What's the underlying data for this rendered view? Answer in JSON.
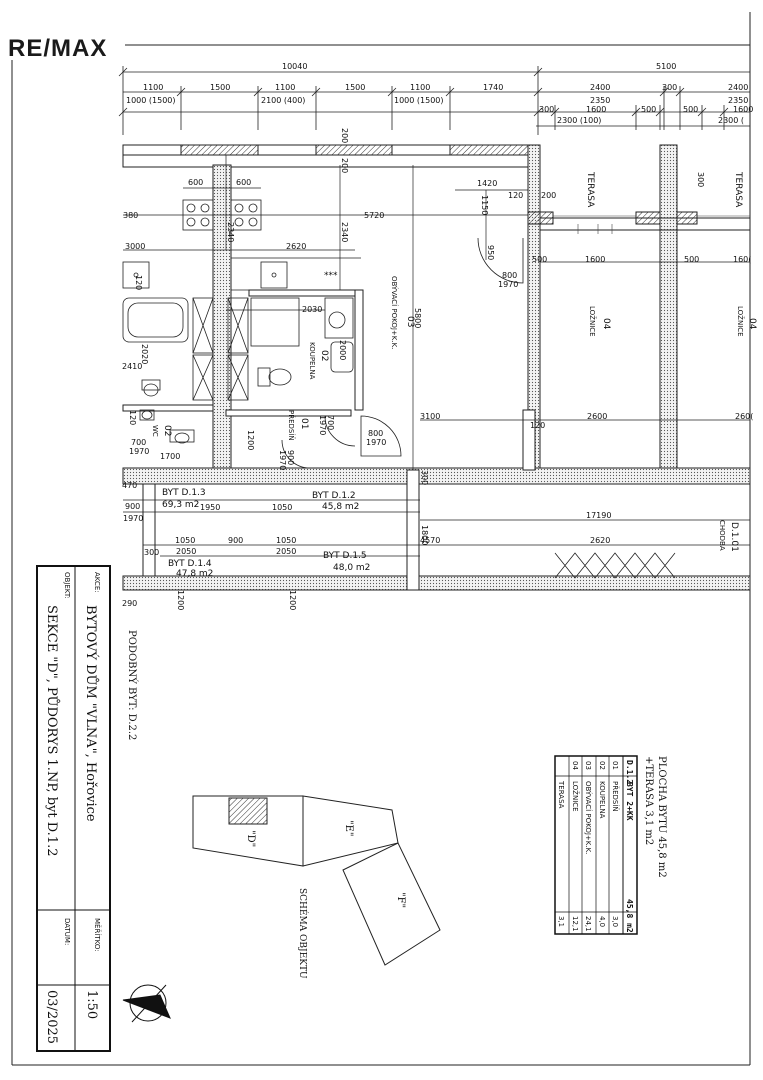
{
  "brand": {
    "logo": "RE/MAX"
  },
  "dimensions": {
    "top_total": "10040",
    "top_right_total": "5100",
    "row2": [
      "1100",
      "1500",
      "1100",
      "1500",
      "1100",
      "1740",
      "2400",
      "300",
      "2400"
    ],
    "row3": [
      "1000 (1500)",
      "2100 (400)",
      "1000 (1500)",
      "2350",
      "2350"
    ],
    "row4": [
      "300",
      "1600",
      "500",
      "500",
      "1600"
    ],
    "row5": [
      "2300 (100)",
      "2300 ("
    ],
    "d_200a": "200",
    "d_200b": "200",
    "d_600a": "600",
    "d_600b": "600",
    "d_1420": "1420",
    "d_120": "120",
    "d_200c": "200",
    "d_1150": "1150",
    "d_380": "380",
    "d_5720": "5720",
    "d_2340a": "2340",
    "d_2340b": "2340",
    "d_3000": "3000",
    "d_2620": "2620",
    "d_950": "950",
    "d_800a": "800",
    "d_1970a": "1970",
    "d_500a": "500",
    "d_1600a": "1600",
    "d_500b": "500",
    "d_1600b": "160(",
    "d_5800": "5800",
    "d_2030": "2030",
    "d_2000": "2000",
    "d_2020": "2020",
    "d_120b": "120",
    "d_2410": "2410",
    "d_3100": "3100",
    "d_2600a": "2600",
    "d_2600b": "260(",
    "d_120c": "120",
    "d_700a": "700",
    "d_1970b": "1970",
    "d_800b": "800",
    "d_1970c": "1970",
    "d_1200": "1200",
    "d_900": "900",
    "d_1970d": "1970",
    "d_120d": "120",
    "d_700b": "700",
    "d_1970e": "1970",
    "d_1700": "1700",
    "d_300a": "300",
    "d_300b": "300",
    "d_470": "470",
    "d_900b": "900",
    "d_1970f": "1970",
    "d_1950": "1950",
    "d_1050a": "1050",
    "d_17190": "17190",
    "d_1800": "1800",
    "d_1050b": "1050",
    "d_900c": "900",
    "d_1050c": "1050",
    "d_2050a": "2050",
    "d_2050b": "2050",
    "d_4570": "4570",
    "d_2620b": "2620",
    "d_300c": "300",
    "d_1200b": "1200",
    "d_1200c": "1200",
    "d_1290": "290"
  },
  "rooms": {
    "terasa1": "TERASA",
    "terasa2": "TERASA",
    "r03_num": "03",
    "r03_name": "OBÝVACÍ POKOJ+K.K.",
    "r04_num": "04",
    "r04_name": "LOŽNICE",
    "r04b_num": "04",
    "r04b_name": "LOŽNICE",
    "r02_num": "02",
    "r02_name": "KOUPELNA",
    "r01_num": "01",
    "r01_name": "PŘEDSÍŇ",
    "wc_num": "02",
    "wc_name": "WC",
    "stars": "***"
  },
  "units": [
    {
      "name": "BYT D.1.3",
      "area": "69,3 m2"
    },
    {
      "name": "BYT D.1.2",
      "area": "45,8 m2"
    },
    {
      "name": "BYT D.1.4",
      "area": "47,8 m2"
    },
    {
      "name": "BYT D.1.5",
      "area": "48,0 m2"
    }
  ],
  "corridor": {
    "code": "D.1.01",
    "name": "CHODBA"
  },
  "title_block": {
    "akce_label": "AKCE:",
    "akce_value": "BYTOVÝ DŮM \"VLNA\", Hořovice",
    "objekt_label": "OBJEKT:",
    "objekt_value": "SEKCE \"D\", PŮDORYS 1.NP, byt D.1.2",
    "meritko_label": "MĚŘÍTKO:",
    "meritko_value": "1:50",
    "datum_label": "DATUM:",
    "datum_value": "03/2025"
  },
  "podobny_byt": "PODOBNÝ BYT: D.2.2",
  "schema": {
    "title": "SCHÉMA OBJEKTU",
    "d": "\"D\"",
    "e": "\"E\"",
    "f": "\"F\""
  },
  "area_summary": {
    "line1": "PLOCHA BYTU 45,8 m2",
    "line2": "+TERASA 3,1 m2",
    "header_code": "D.1.2",
    "header_type": "BYT 2+KK",
    "header_area": "45,8 m2",
    "rows": [
      {
        "num": "01",
        "name": "PŘEDSÍŇ",
        "area": "3,0"
      },
      {
        "num": "02",
        "name": "KOUPELNA",
        "area": "4,0"
      },
      {
        "num": "03",
        "name": "OBÝVACÍ POKOJ+K.K.",
        "area": "24,1"
      },
      {
        "num": "04",
        "name": "LOŽNICE",
        "area": "12,1"
      },
      {
        "num": "",
        "name": "TERASA",
        "area": "3,1"
      }
    ]
  }
}
